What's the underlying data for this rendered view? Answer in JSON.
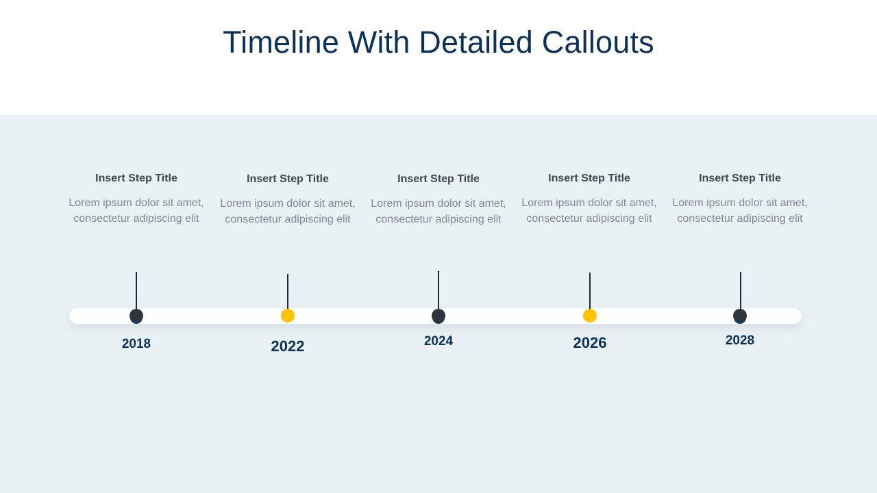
{
  "slide": {
    "title": "Timeline With Detailed Callouts",
    "background_top": "#ffffff",
    "background_body": "#eaf1f4",
    "title_color": "#0b3159",
    "bar_color": "#ffffff",
    "accent_dark": "#2f353d",
    "accent_yellow": "#fdc500",
    "step_title_color": "#3f4550",
    "step_desc_color": "#7d8792",
    "year_color": "#0b3159"
  },
  "timeline": {
    "steps": [
      {
        "title": "Insert Step Title",
        "description": "Lorem ipsum dolor sit amet, consectetur adipiscing elit",
        "year": "2018",
        "dot_color": "dark"
      },
      {
        "title": "Insert Step Title",
        "description": "Lorem ipsum dolor sit amet, consectetur adipiscing elit",
        "year": "2022",
        "dot_color": "yellow"
      },
      {
        "title": "Insert Step Title",
        "description": "Lorem ipsum dolor sit amet, consectetur adipiscing elit",
        "year": "2024",
        "dot_color": "dark"
      },
      {
        "title": "Insert Step Title",
        "description": "Lorem ipsum dolor sit amet, consectetur adipiscing elit",
        "year": "2026",
        "dot_color": "yellow"
      },
      {
        "title": "Insert Step Title",
        "description": "Lorem ipsum dolor sit amet, consectetur adipiscing elit",
        "year": "2028",
        "dot_color": "dark"
      }
    ]
  }
}
